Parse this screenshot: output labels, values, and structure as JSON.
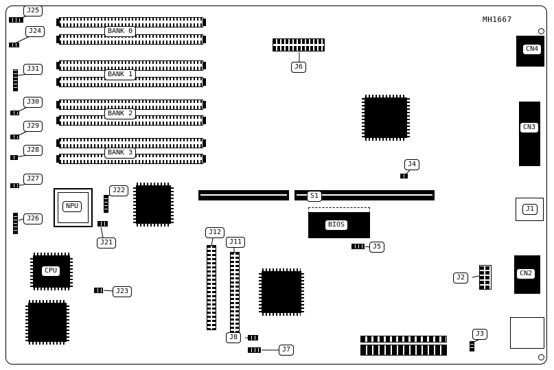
{
  "part_number": "MH1667",
  "callouts": {
    "j25": "J25",
    "j24": "J24",
    "j31": "J31",
    "j30": "J30",
    "j29": "J29",
    "j28": "J28",
    "j27": "J27",
    "j26": "J26",
    "j22": "J22",
    "j21": "J21",
    "j23": "J23",
    "j12": "J12",
    "j11": "J11",
    "j8": "J8",
    "j7": "J7",
    "j6": "J6",
    "j5": "J5",
    "j4": "J4",
    "j3": "J3",
    "j2": "J2",
    "j1": "J1",
    "bank0": "BANK 0",
    "bank1": "BANK 1",
    "bank2": "BANK 2",
    "bank3": "BANK 3",
    "npu": "NPU",
    "cpu": "CPU",
    "bios": "BIOS",
    "s1": "S1",
    "cn4": "CN4",
    "cn3": "CN3",
    "cn2": "CN2"
  }
}
